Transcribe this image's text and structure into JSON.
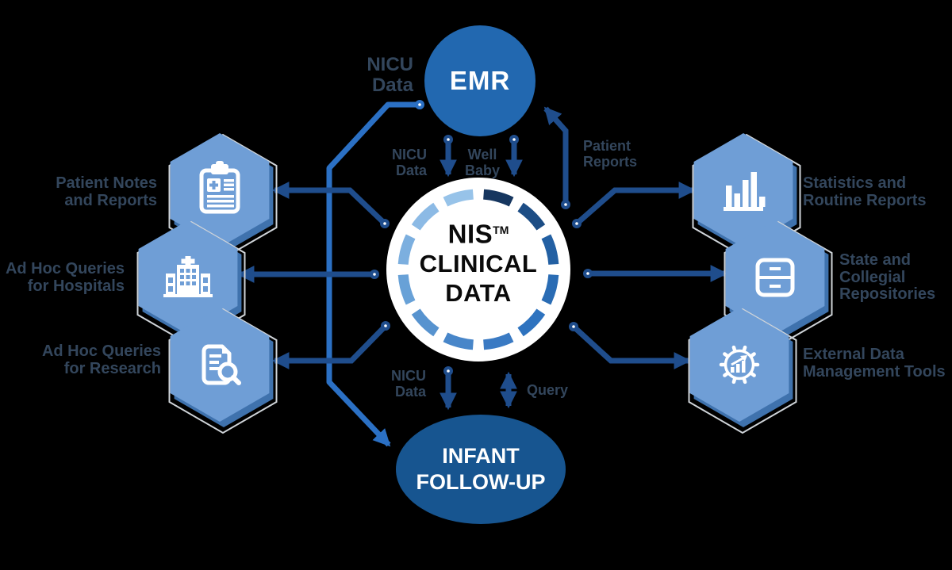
{
  "colors": {
    "background": "#000000",
    "arrow_navy": "#1f4d8c",
    "line_blue": "#2b70c4",
    "hex_fill": "#6f9ed6",
    "hex_shadow": "#3f72ad",
    "hex_outline": "#cfd4d9",
    "emr_fill": "#2268b0",
    "infant_fill": "#175590",
    "label_text": "#33465c",
    "center_text": "#0a0a0a",
    "node_text": "#ffffff"
  },
  "center": {
    "title_line1": "NIS",
    "title_tm": "TM",
    "title_line2": "CLINICAL",
    "title_line3": "DATA",
    "ring_colors": [
      "#16365f",
      "#1c4d85",
      "#2360a3",
      "#2a6cb4",
      "#2e73bf",
      "#3a7ac3",
      "#4886c9",
      "#5793cf",
      "#68a1d7",
      "#7cafdf",
      "#8cbae5",
      "#97c3e9"
    ]
  },
  "nodes": {
    "emr": {
      "label": "EMR"
    },
    "infant": {
      "label": "INFANT\nFOLLOW-UP"
    }
  },
  "left_items": [
    {
      "label": "Patient Notes\nand Reports",
      "icon": "clipboard-icon"
    },
    {
      "label": "Ad Hoc Queries\nfor Hospitals",
      "icon": "hospital-icon"
    },
    {
      "label": "Ad Hoc Queries\nfor Research",
      "icon": "document-search-icon"
    }
  ],
  "right_items": [
    {
      "label": "Statistics and\nRoutine Reports",
      "icon": "bar-chart-icon"
    },
    {
      "label": "State and\nCollegial\nRepositories",
      "icon": "cabinet-icon"
    },
    {
      "label": "External Data\nManagement Tools",
      "icon": "gear-chart-icon"
    }
  ],
  "edge_labels": {
    "emr_source": "NICU\nData",
    "nicu_to_center": "NICU\nData",
    "well_baby": "Well\nBaby",
    "patient_reports": "Patient\nReports",
    "nicu_to_infant": "NICU\nData",
    "query": "Query"
  }
}
